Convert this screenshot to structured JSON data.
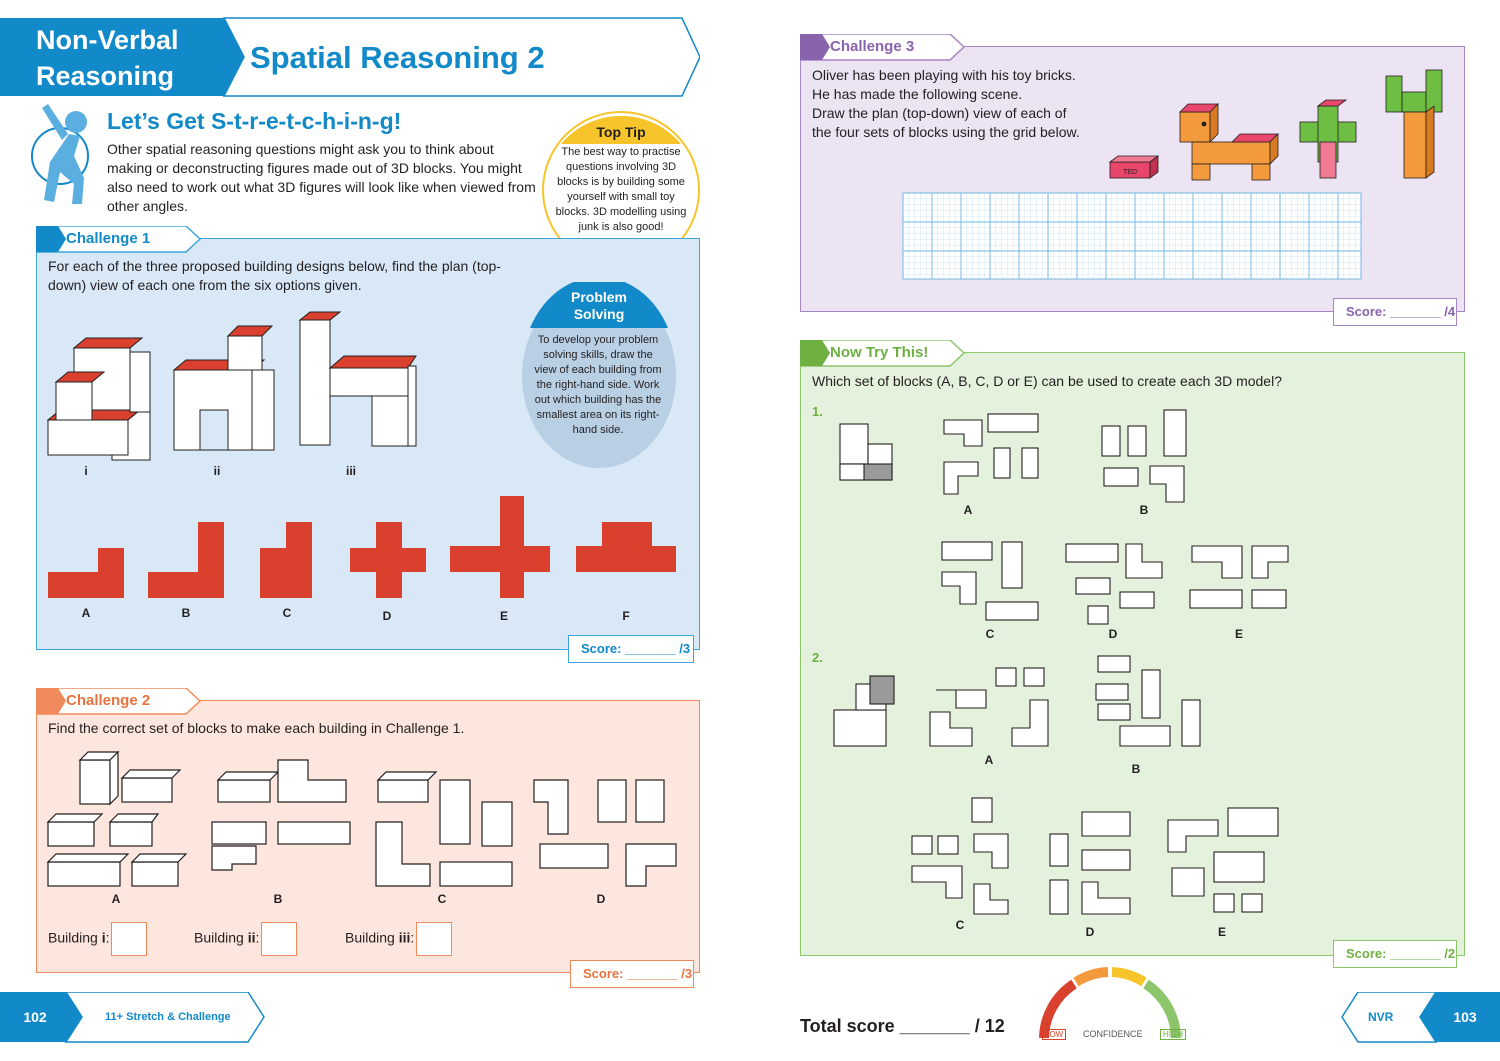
{
  "header": {
    "section_line1": "Non-Verbal",
    "section_line2": "Reasoning",
    "page_title": "Spatial Reasoning 2"
  },
  "intro": {
    "heading": "Let’s Get S-t-r-e-t-c-h-i-n-g!",
    "body": "Other spatial reasoning questions might ask you to think about making or deconstructing figures made out of 3D blocks. You might also need to work out what 3D figures will look like when viewed from other angles."
  },
  "top_tip": {
    "title": "Top Tip",
    "body": "The best way to practise questions involving 3D blocks is by building some yourself with small toy blocks. 3D modelling using junk is also good!"
  },
  "problem_solving": {
    "title_line1": "Problem",
    "title_line2": "Solving",
    "body": "To develop your problem solving skills, draw the view of each building from the right-hand side. Work out which building has the smallest area on its right-hand side."
  },
  "challenge1": {
    "tab": "Challenge 1",
    "text": "For each of the three proposed building designs below, find the plan (top-down) view of each one from the six options given.",
    "buildings": [
      "i",
      "ii",
      "iii"
    ],
    "options": [
      "A",
      "B",
      "C",
      "D",
      "E",
      "F"
    ],
    "score": "Score: _______ /3"
  },
  "challenge2": {
    "tab": "Challenge 2",
    "text": "Find the correct set of blocks to make each building in Challenge 1.",
    "sets": [
      "A",
      "B",
      "C",
      "D"
    ],
    "building_prefix": "Building ",
    "buildings": [
      "i",
      "ii",
      "iii"
    ],
    "score": "Score: _______ /3"
  },
  "challenge3": {
    "tab": "Challenge 3",
    "text_lines": [
      "Oliver has been playing with his toy bricks.",
      "He has made the following scene.",
      "Draw the plan (top-down) view of each of",
      "the four sets of blocks using the grid below."
    ],
    "brick_label": "TED",
    "score": "Score: _______ /4"
  },
  "now_try": {
    "tab": "Now Try This!",
    "text": "Which set of blocks (A, B, C, D or E) can be used to create each 3D model?",
    "q1": "1.",
    "q2": "2.",
    "options": [
      "A",
      "B",
      "C",
      "D",
      "E"
    ],
    "score": "Score: _______ /2"
  },
  "footer": {
    "left_page": "102",
    "left_label": "11+ Stretch & Challenge",
    "total_score": "Total score _______ / 12",
    "confidence": "CONFIDENCE",
    "low": "LOW",
    "high": "HIGH",
    "right_label": "NVR",
    "right_page": "103"
  },
  "colors": {
    "brand_blue": "#1289c9",
    "challenge1_bg": "#d8e8f7",
    "challenge2_bg": "#fde6dd",
    "challenge3_bg": "#ece3f3",
    "now_try_bg": "#e4f1dc",
    "shape_red": "#d9412e",
    "tip_yellow": "#f7c52b"
  }
}
